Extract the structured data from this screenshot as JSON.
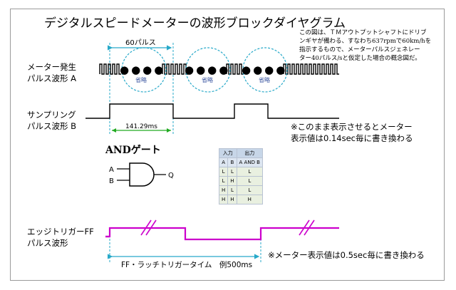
{
  "title": "デジタルスピードメーターの波形ブロックダイヤグラム",
  "top_note": [
    "この図は、ＴＭアウトプットシャフトにドリブ",
    "ンギヤが備わる、すなわち637rpmで60km/hを",
    "指示するもので、メーターパルスジェネレー",
    "ター40パルス/sと仮定した場合の概念図だ。"
  ],
  "labels": {
    "meter_pulse": [
      "メーター発生",
      "パルス波形 A"
    ],
    "sampling_pulse": [
      "サンプリング",
      "パルス波形 B"
    ],
    "edge_trigger": [
      "エッジトリガーFF",
      "パルス波形"
    ]
  },
  "pulse_count_label": "60パルス",
  "omitted_label": "省略",
  "duration_label": "141.29ms",
  "note_sampling": [
    "※このまま表示させるとメーター",
    "表示値は0.14sec毎に書き換わる"
  ],
  "and_gate": {
    "title": "ANDゲート",
    "input_a": "A",
    "input_b": "B",
    "output_q": "Q"
  },
  "truth_table": {
    "header": [
      "入力",
      "出力"
    ],
    "subheader": [
      "A",
      "B",
      "A AND B"
    ],
    "rows": [
      [
        "L",
        "L",
        "L"
      ],
      [
        "L",
        "H",
        "L"
      ],
      [
        "H",
        "L",
        "L"
      ],
      [
        "H",
        "H",
        "H"
      ]
    ]
  },
  "latch_label": "FF・ラッチトリガータイム　例500ms",
  "note_latch": "※メーター表示値は0.5sec毎に書き換わる",
  "colors": {
    "magenta": "#cc00cc",
    "cyan": "#27a9c9",
    "omit_text": "#3a55a0"
  }
}
